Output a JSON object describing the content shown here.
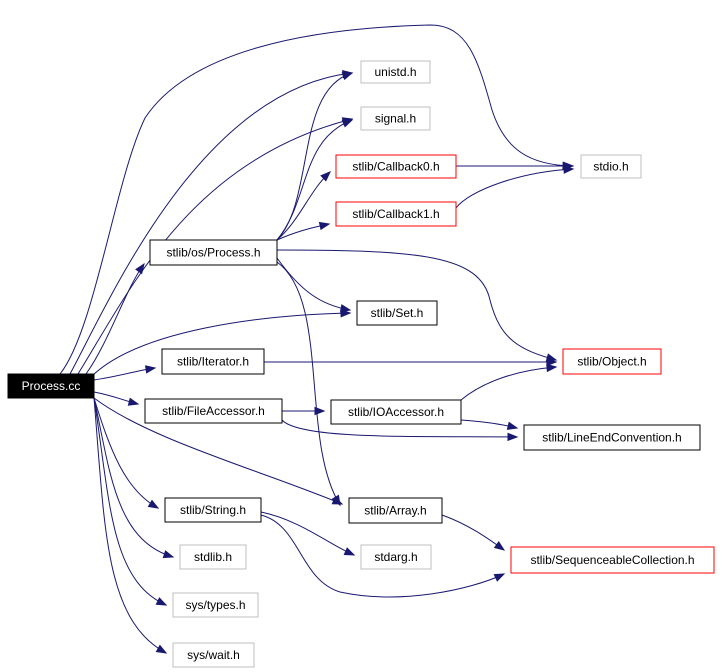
{
  "colors": {
    "edge": "#191970",
    "root_fill": "#000000",
    "root_text": "#ffffff",
    "normal_border": "#000000",
    "external_border": "#bfbfbf",
    "undocumented_border": "#ff0000",
    "background": "#ffffff"
  },
  "nodes": {
    "process_cc": {
      "label": "Process.cc",
      "kind": "root"
    },
    "unistd_h": {
      "label": "unistd.h",
      "kind": "external"
    },
    "signal_h": {
      "label": "signal.h",
      "kind": "external"
    },
    "callback0_h": {
      "label": "stlib/Callback0.h",
      "kind": "undocumented"
    },
    "stdio_h": {
      "label": "stdio.h",
      "kind": "external"
    },
    "callback1_h": {
      "label": "stlib/Callback1.h",
      "kind": "undocumented"
    },
    "os_process_h": {
      "label": "stlib/os/Process.h",
      "kind": "normal"
    },
    "set_h": {
      "label": "stlib/Set.h",
      "kind": "normal"
    },
    "iterator_h": {
      "label": "stlib/Iterator.h",
      "kind": "normal"
    },
    "object_h": {
      "label": "stlib/Object.h",
      "kind": "undocumented"
    },
    "fileaccessor_h": {
      "label": "stlib/FileAccessor.h",
      "kind": "normal"
    },
    "ioaccessor_h": {
      "label": "stlib/IOAccessor.h",
      "kind": "normal"
    },
    "lineendconvention_h": {
      "label": "stlib/LineEndConvention.h",
      "kind": "normal"
    },
    "string_h": {
      "label": "stlib/String.h",
      "kind": "normal"
    },
    "array_h": {
      "label": "stlib/Array.h",
      "kind": "normal"
    },
    "stdarg_h": {
      "label": "stdarg.h",
      "kind": "external"
    },
    "stdlib_h": {
      "label": "stdlib.h",
      "kind": "external"
    },
    "seqcollection_h": {
      "label": "stlib/SequenceableCollection.h",
      "kind": "undocumented"
    },
    "sys_types_h": {
      "label": "sys/types.h",
      "kind": "external"
    },
    "sys_wait_h": {
      "label": "sys/wait.h",
      "kind": "external"
    }
  },
  "edges": [
    [
      "process_cc",
      "stdio_h"
    ],
    [
      "process_cc",
      "unistd_h"
    ],
    [
      "process_cc",
      "signal_h"
    ],
    [
      "process_cc",
      "os_process_h"
    ],
    [
      "process_cc",
      "set_h"
    ],
    [
      "process_cc",
      "iterator_h"
    ],
    [
      "process_cc",
      "fileaccessor_h"
    ],
    [
      "process_cc",
      "array_h"
    ],
    [
      "process_cc",
      "string_h"
    ],
    [
      "process_cc",
      "stdlib_h"
    ],
    [
      "process_cc",
      "sys_types_h"
    ],
    [
      "process_cc",
      "sys_wait_h"
    ],
    [
      "os_process_h",
      "unistd_h"
    ],
    [
      "os_process_h",
      "signal_h"
    ],
    [
      "os_process_h",
      "callback0_h"
    ],
    [
      "os_process_h",
      "callback1_h"
    ],
    [
      "os_process_h",
      "set_h"
    ],
    [
      "os_process_h",
      "object_h"
    ],
    [
      "os_process_h",
      "array_h"
    ],
    [
      "callback0_h",
      "stdio_h"
    ],
    [
      "callback1_h",
      "stdio_h"
    ],
    [
      "iterator_h",
      "object_h"
    ],
    [
      "fileaccessor_h",
      "ioaccessor_h"
    ],
    [
      "fileaccessor_h",
      "lineendconvention_h"
    ],
    [
      "ioaccessor_h",
      "object_h"
    ],
    [
      "ioaccessor_h",
      "lineendconvention_h"
    ],
    [
      "string_h",
      "stdarg_h"
    ],
    [
      "string_h",
      "seqcollection_h"
    ],
    [
      "array_h",
      "seqcollection_h"
    ]
  ]
}
